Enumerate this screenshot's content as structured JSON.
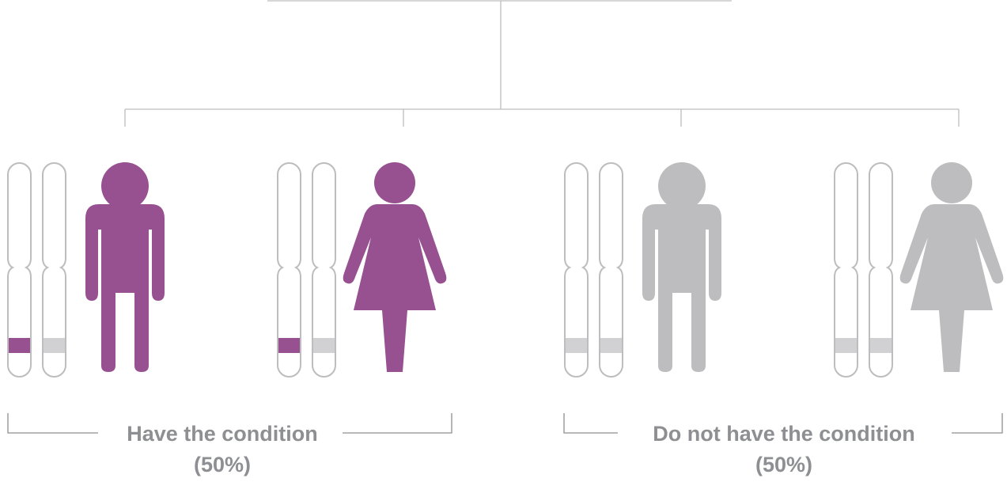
{
  "colors": {
    "affected": "#975190",
    "unaffected": "#bdbdbf",
    "allele_normal": "#d1d1d3",
    "outline": "#bdbdbf",
    "connector": "#bdbdbf",
    "label": "#8e8f92"
  },
  "children": [
    {
      "sex": "male",
      "status": "affected",
      "alleles": [
        "mutant",
        "normal"
      ]
    },
    {
      "sex": "female",
      "status": "affected",
      "alleles": [
        "mutant",
        "normal"
      ]
    },
    {
      "sex": "male",
      "status": "unaffected",
      "alleles": [
        "normal",
        "normal"
      ]
    },
    {
      "sex": "female",
      "status": "unaffected",
      "alleles": [
        "normal",
        "normal"
      ]
    }
  ],
  "groups": [
    {
      "label_line1": "Have the condition",
      "label_line2": "(50%)"
    },
    {
      "label_line1": "Do not have the condition",
      "label_line2": "(50%)"
    }
  ]
}
